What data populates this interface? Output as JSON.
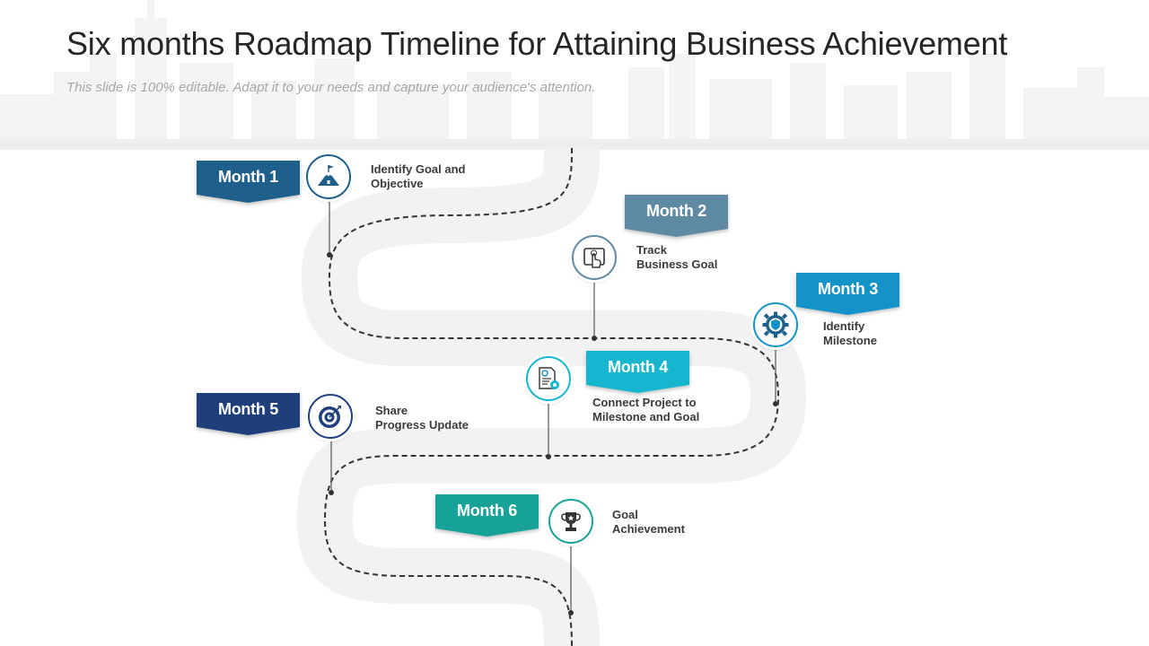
{
  "header": {
    "title": "Six months Roadmap Timeline  for Attaining Business Achievement",
    "subtitle": "This slide is 100% editable. Adapt it to your needs and capture your audience's attention."
  },
  "colors": {
    "month1": "#1f5f8b",
    "month2": "#5e8aa3",
    "month3": "#1493c9",
    "month4": "#17b6cf",
    "month5": "#1e3f7a",
    "month6": "#16a296",
    "road": "#f2f2f2",
    "dash": "#333333"
  },
  "milestones": [
    {
      "month": "Month 1",
      "line1": "Identify Goal and",
      "line2": "Objective",
      "icon": "mountain-flag-icon"
    },
    {
      "month": "Month 2",
      "line1": "Track",
      "line2": "Business  Goal",
      "icon": "touch-screen-icon"
    },
    {
      "month": "Month 3",
      "line1": "Identify",
      "line2": "Milestone",
      "icon": "gear-shield-icon"
    },
    {
      "month": "Month 4",
      "line1": "Connect Project to",
      "line2": "Milestone and Goal",
      "icon": "document-gear-icon"
    },
    {
      "month": "Month 5",
      "line1": "Share",
      "line2": "Progress Update",
      "icon": "target-icon"
    },
    {
      "month": "Month 6",
      "line1": "Goal",
      "line2": "Achievement",
      "icon": "trophy-icon"
    }
  ]
}
